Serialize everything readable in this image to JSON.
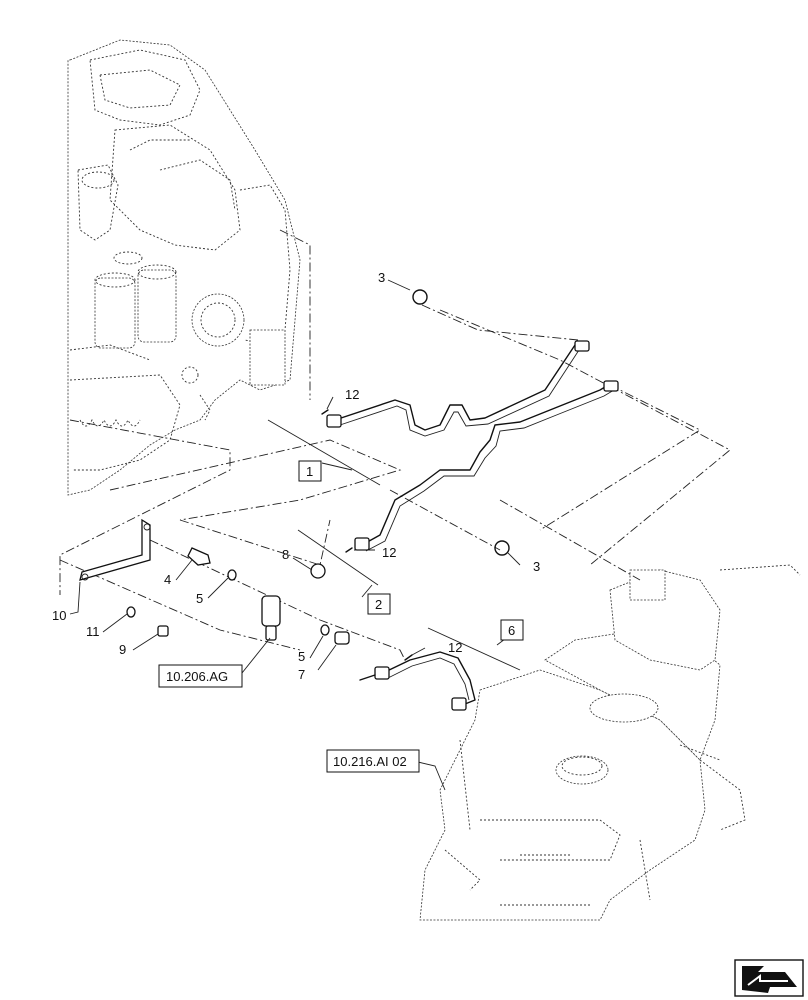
{
  "callouts": {
    "c3_top": "3",
    "c3_right": "3",
    "c12_top": "12",
    "c12_mid": "12",
    "c12_low": "12",
    "c8": "8",
    "c4": "4",
    "c5_left": "5",
    "c5_mid": "5",
    "c7": "7",
    "c10": "10",
    "c11": "11",
    "c9": "9"
  },
  "assembly_boxes": {
    "box1": "1",
    "box2": "2",
    "box6": "6"
  },
  "references": {
    "ref_fuel_filter": "10.206.AG",
    "ref_fuel_tank": "10.216.AI 02"
  },
  "icons": {
    "nav": "arrow-navigation-icon"
  }
}
